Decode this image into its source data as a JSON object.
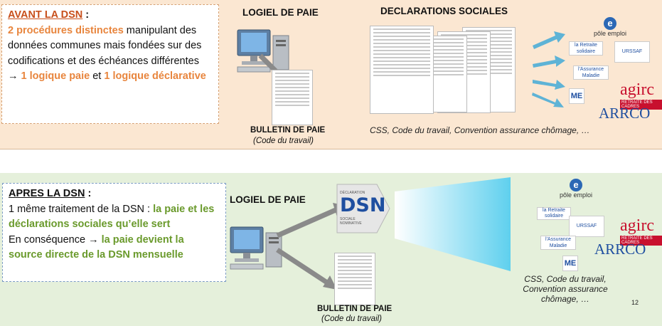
{
  "top": {
    "box_heading": "AVANT LA DSN",
    "box_heading_suffix": " :",
    "line1_highlight": "2 procédures distinctes",
    "line1_rest": " manipulant des données communes mais fondées sur des codifications et des échéances différentes",
    "arrow": "→",
    "logic_a": "1 logique paie",
    "logic_and": " et ",
    "logic_b": "1 logique déclarative",
    "software_label": "LOGIEL DE PAIE",
    "declarations_label": "DECLARATIONS SOCIALES",
    "payslip_label": "BULLETIN DE PAIE",
    "payslip_sub": "(Code du travail)",
    "declarations_caption": "CSS, Code du travail, Convention assurance chômage, …"
  },
  "bottom": {
    "box_heading": "APRES LA DSN",
    "box_heading_suffix": " :",
    "line1_plain": "1 même traitement de la DSN : ",
    "line1_highlight": "la paie et les déclarations sociales qu’elle sert",
    "line2_plain": "En conséquence ",
    "arrow": "→",
    "line2_highlight": " la paie devient la source directe de la DSN mensuelle",
    "software_label": "LOGIEL DE PAIE",
    "payslip_label": "BULLETIN DE PAIE",
    "payslip_sub": "(Code du travail)",
    "caption_line1": "CSS, Code du travail,",
    "caption_line2": "Convention assurance",
    "caption_line3": "chômage, …",
    "dsn_logo_top": "DÉCLARATION",
    "dsn_logo_mark": "DSN",
    "dsn_logo_bottom": "SOCIALE NOMINATIVE",
    "page_number": "12"
  },
  "logos": {
    "pole_emploi_mark": "e",
    "pole_emploi": "pôle emploi",
    "agirc": "agirc",
    "agirc_sub": "RETRAITE DES CADRES",
    "arrco": "ARRCO",
    "msa": "ME",
    "urssaf": "URSSAF",
    "assurance_maladie": "l'Assurance Maladie",
    "retraite_solidaire": "la Retraite solidaire"
  },
  "colors": {
    "top_background": "#fbe7d2",
    "bottom_background": "#e5f0db",
    "orange_highlight": "#e8853d",
    "green_highlight": "#6a9a2c",
    "arrow_blue": "#5eb3d6",
    "arrow_grey": "#8a8a8a"
  }
}
